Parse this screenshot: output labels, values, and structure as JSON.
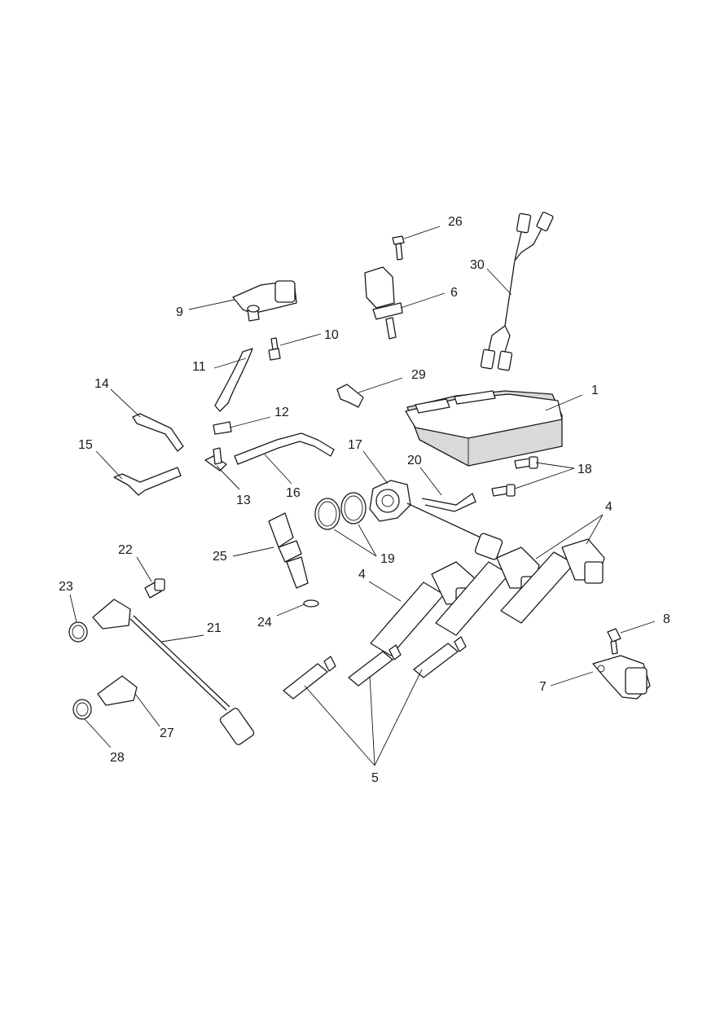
{
  "callouts": {
    "c1": "1",
    "c4a": "4",
    "c4b": "4",
    "c5": "5",
    "c6": "6",
    "c7": "7",
    "c8": "8",
    "c9": "9",
    "c10": "10",
    "c11": "11",
    "c12": "12",
    "c13": "13",
    "c14": "14",
    "c15": "15",
    "c16": "16",
    "c17": "17",
    "c18": "18",
    "c19": "19",
    "c20": "20",
    "c21": "21",
    "c22": "22",
    "c23": "23",
    "c24": "24",
    "c25": "25",
    "c26": "26",
    "c27": "27",
    "c28": "28",
    "c29": "29",
    "c30": "30"
  },
  "colors": {
    "line": "#1a1a1a",
    "background": "#ffffff",
    "shade": "#d9d9d9"
  }
}
